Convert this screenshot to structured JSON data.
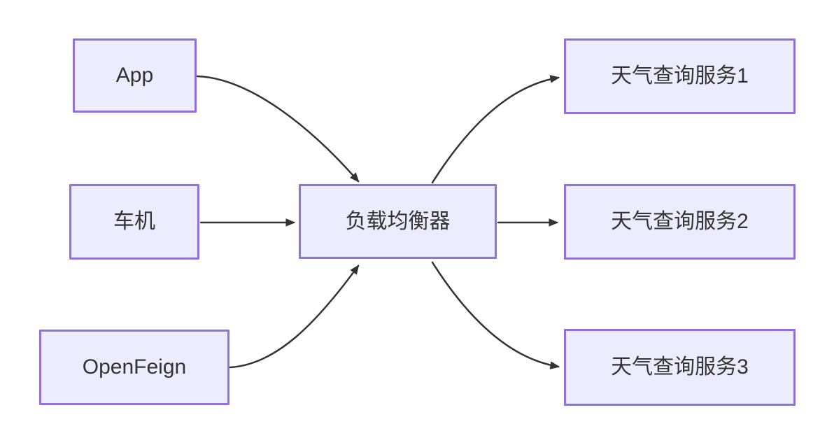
{
  "diagram": {
    "type": "flowchart",
    "direction": "left-to-right",
    "nodes": {
      "app": {
        "label": "App"
      },
      "vehicle": {
        "label": "车机"
      },
      "openfeign": {
        "label": "OpenFeign"
      },
      "lb": {
        "label": "负载均衡器"
      },
      "svc1": {
        "label": "天气查询服务1"
      },
      "svc2": {
        "label": "天气查询服务2"
      },
      "svc3": {
        "label": "天气查询服务3"
      }
    },
    "edges": [
      {
        "from": "App",
        "to": "负载均衡器"
      },
      {
        "from": "车机",
        "to": "负载均衡器"
      },
      {
        "from": "OpenFeign",
        "to": "负载均衡器"
      },
      {
        "from": "负载均衡器",
        "to": "天气查询服务1"
      },
      {
        "from": "负载均衡器",
        "to": "天气查询服务2"
      },
      {
        "from": "负载均衡器",
        "to": "天气查询服务3"
      }
    ],
    "colors": {
      "node_fill": "#ECECFF",
      "node_border": "#9370DB",
      "edge_stroke": "#333333",
      "text": "#333333",
      "background": "#FFFFFF"
    }
  }
}
